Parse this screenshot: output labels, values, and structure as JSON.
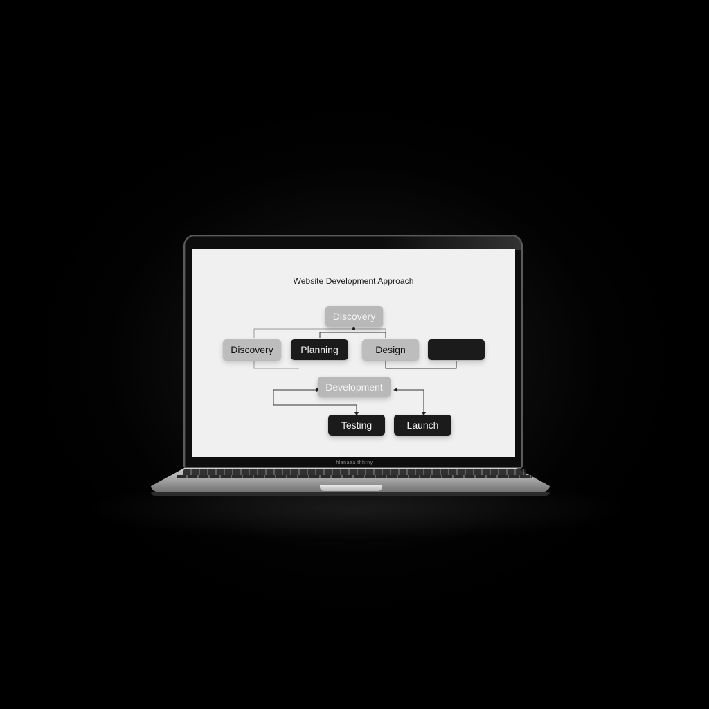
{
  "laptop": {
    "brand_label": "hlanaaa thhrny"
  },
  "diagram": {
    "title": "Website Development Approach",
    "nodes": {
      "discovery_top": "Discovery",
      "discovery": "Discovery",
      "planning": "Planning",
      "design": "Design",
      "unlabeled": "",
      "development": "Development",
      "testing": "Testing",
      "launch": "Launch"
    }
  },
  "colors": {
    "node_light": "#bdbdbd",
    "node_dark": "#1b1b1b",
    "screen_bg": "#f0f0f0",
    "background": "#000000"
  }
}
